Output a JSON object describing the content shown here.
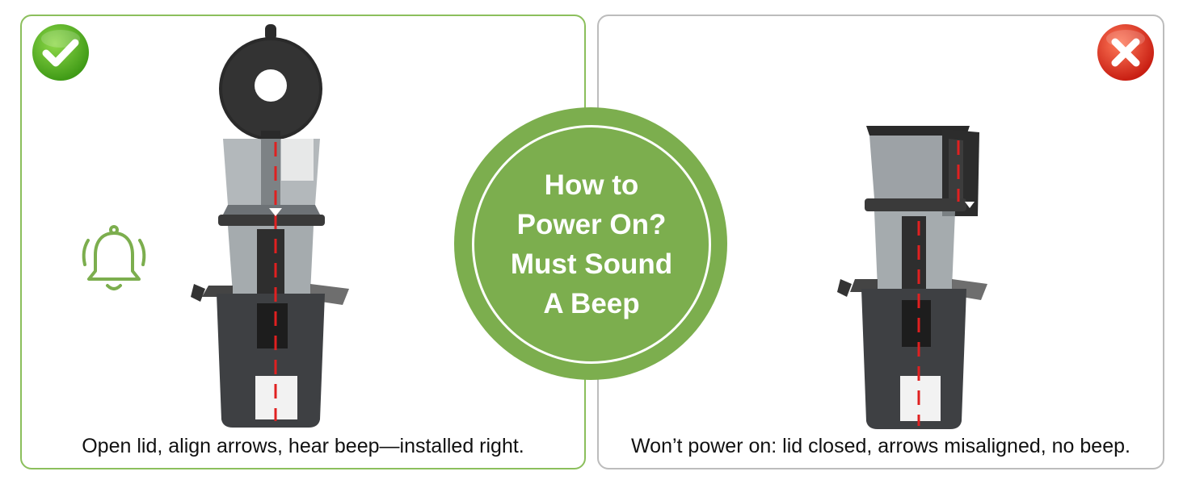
{
  "left_panel": {
    "caption": "Open lid, align arrows, hear beep—installed right.",
    "status_icon": "green-checkmark-icon",
    "signal_icon": "bell-icon",
    "border_color": "#8bbf5c"
  },
  "right_panel": {
    "caption": "Won’t power on: lid closed, arrows misaligned, no beep.",
    "status_icon": "red-x-icon",
    "border_color": "#bcbcbc"
  },
  "center_badge": {
    "lines": [
      "How to",
      "Power On?",
      "Must Sound",
      "A Beep"
    ],
    "color": "#7cae4e"
  },
  "colors": {
    "alignment_line": "#e02020",
    "accent_green": "#7cae4e",
    "error_red": "#e03a2a"
  }
}
